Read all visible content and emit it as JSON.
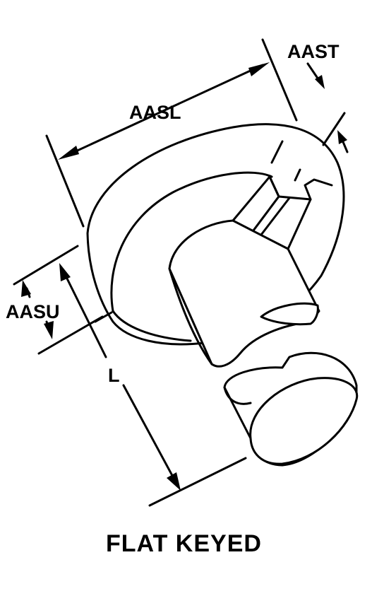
{
  "labels": {
    "aast": "AAST",
    "aasl": "AASL",
    "aasu": "AASU",
    "length": "L",
    "title": "FLAT KEYED"
  }
}
